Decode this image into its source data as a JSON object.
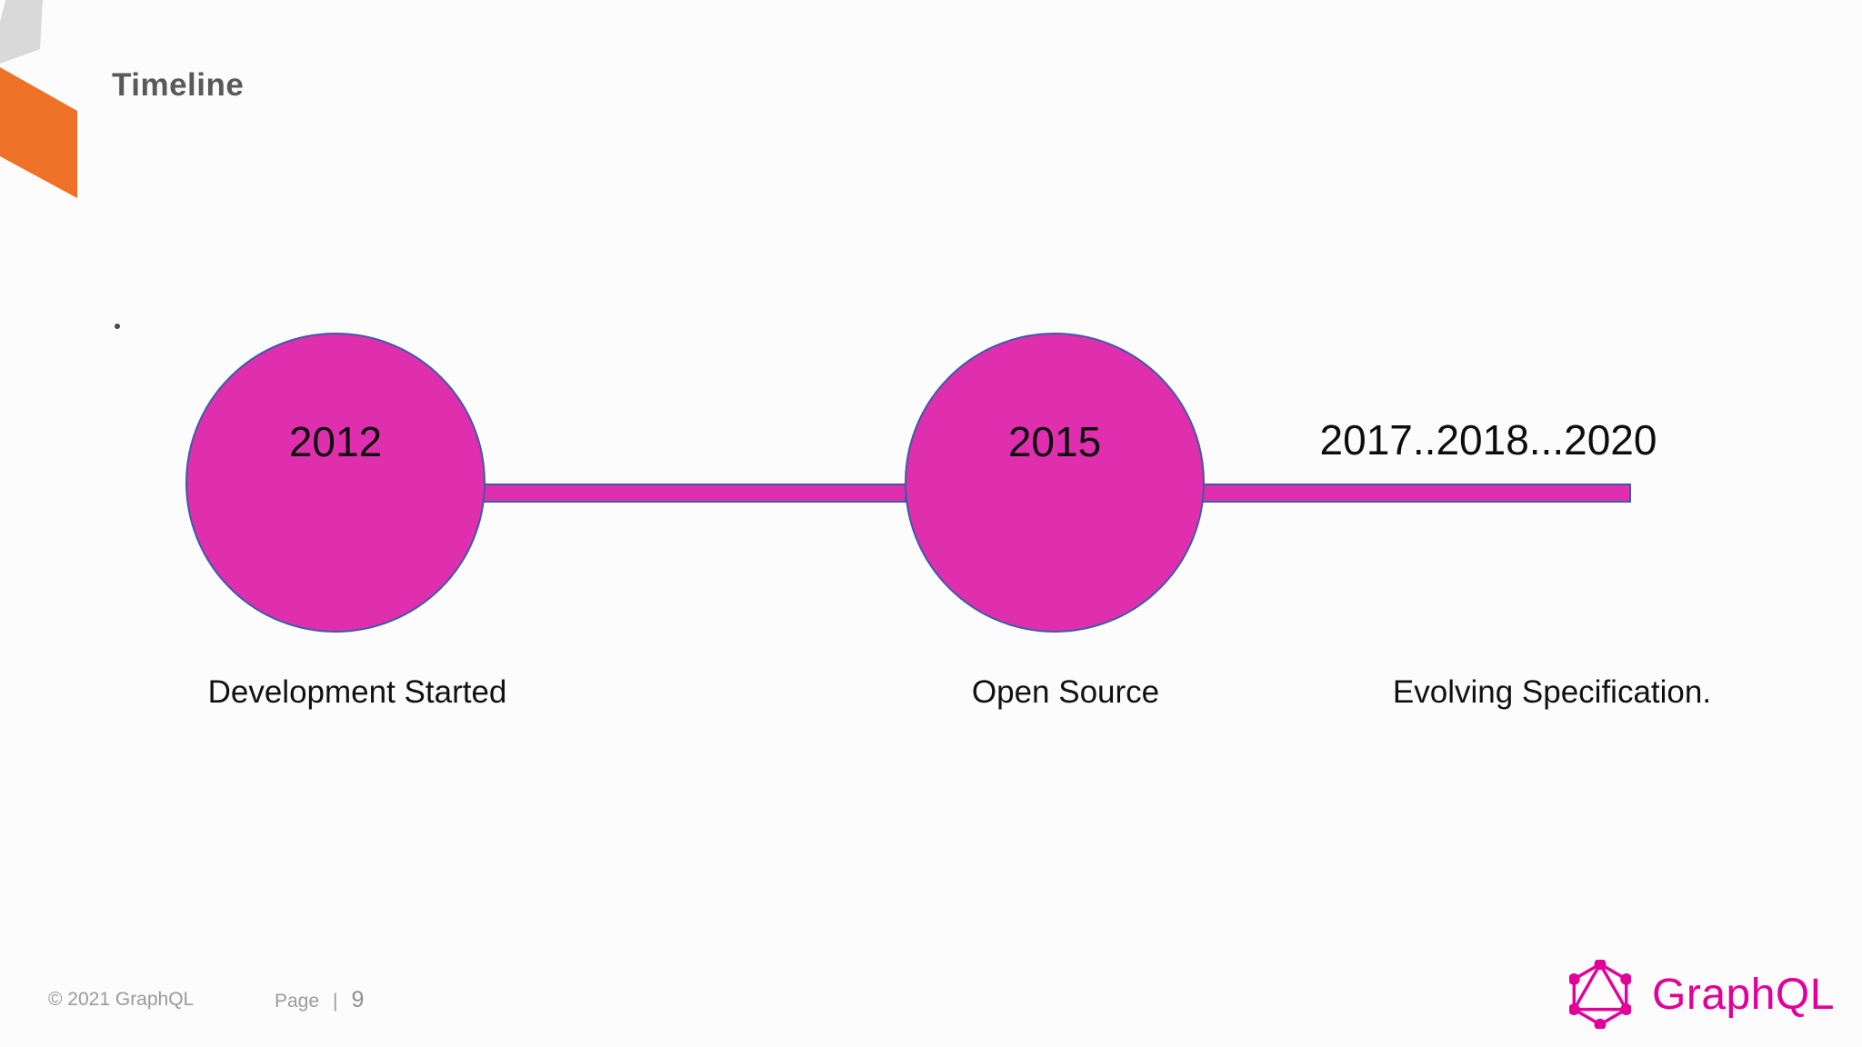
{
  "slide": {
    "title": "Timeline",
    "milestones": [
      {
        "year": "2012",
        "label": "Development Started"
      },
      {
        "year": "2015",
        "label": "Open Source"
      },
      {
        "year": "2017..2018...2020",
        "label": "Evolving Specification."
      }
    ],
    "footer": {
      "copyright": "© 2021 GraphQL",
      "page_label": "Page",
      "separator": "|",
      "page_number": "9"
    },
    "branding": {
      "logo_text": "GraphQL",
      "logo_icon": "graphql-hexagon-triangle-nodes-icon"
    },
    "colors": {
      "background": "#FCFCFC",
      "title": "#595959",
      "shape_fill": "#E02FAE",
      "shape_border": "#3D5BA5",
      "ribbon_orange": "#ED7228",
      "ribbon_gray": "#D9D9D9",
      "footer_text": "#9A9A9A",
      "brand": "#E10098"
    }
  }
}
